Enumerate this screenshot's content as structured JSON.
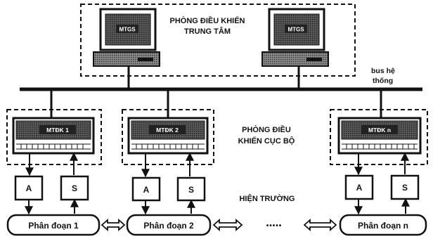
{
  "central_room": {
    "label_line1": "PHÒNG ĐIỀU KHIỂN",
    "label_line2": "TRUNG TÂM",
    "computers": [
      "MTGS",
      "MTGS"
    ]
  },
  "bus": {
    "label_line1": "bus hệ",
    "label_line2": "thống"
  },
  "local_room": {
    "label_line1": "PHÒNG ĐIỀU",
    "label_line2": "KHIỂN CỤC BỘ"
  },
  "field": {
    "label": "HIỆN TRƯỜNG"
  },
  "stations": [
    {
      "controller": "MTĐK 1",
      "a": "A",
      "s": "S",
      "segment": "Phân đoạn 1"
    },
    {
      "controller": "MTĐK 2",
      "a": "A",
      "s": "S",
      "segment": "Phân đoạn 2"
    },
    {
      "controller": "MTĐK n",
      "a": "A",
      "s": "S",
      "segment": "Phân đoạn n"
    }
  ],
  "ellipsis": "•••••"
}
